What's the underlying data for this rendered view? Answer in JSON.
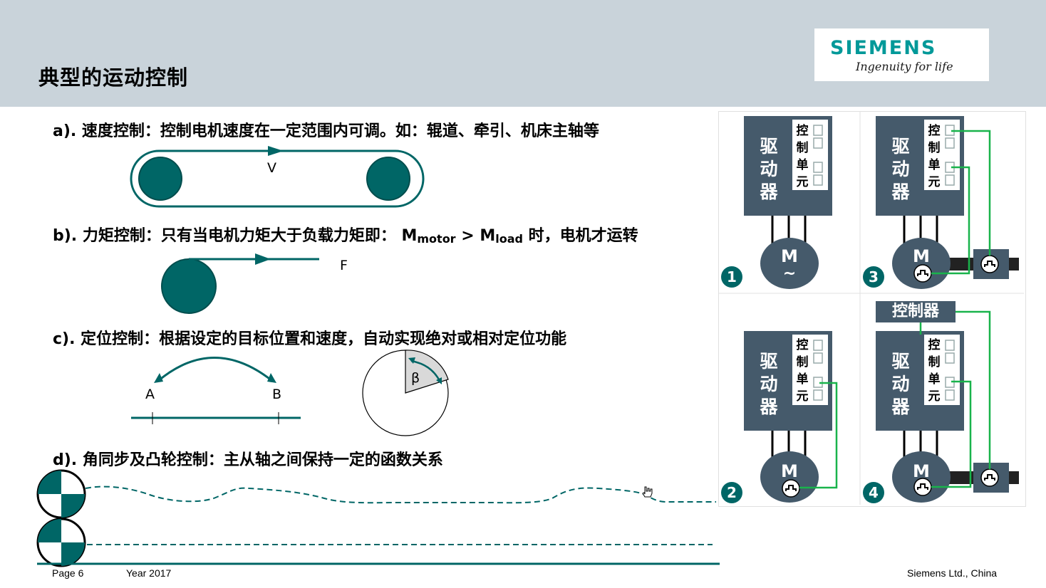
{
  "header": {
    "title": "典型的运动控制",
    "logo": {
      "brand": "SIEMENS",
      "tagline": "Ingenuity for life"
    }
  },
  "sections": {
    "a": {
      "text": "a). 速度控制：控制电机速度在一定范围内可调。如：辊道、牵引、机床主轴等",
      "label_v": "V"
    },
    "b": {
      "prefix": "b). 力矩控制：只有当电机力矩大于负载力矩即：  M",
      "sub1": "motor",
      "mid": " > M",
      "sub2": "load",
      "suffix": " 时，电机才运转",
      "label_f": "F"
    },
    "c": {
      "text": "c). 定位控制：根据设定的目标位置和速度，自动实现绝对或相对定位功能",
      "label_a": "A",
      "label_b": "B",
      "label_beta": "β"
    },
    "d": {
      "text": "d). 角同步及凸轮控制：主从轴之间保持一定的函数关系"
    }
  },
  "panels": {
    "driver_label": [
      "驱",
      "动",
      "器"
    ],
    "control_unit_label": [
      "控",
      "制",
      "单",
      "元"
    ],
    "motor_label": "M",
    "ac_symbol": "~",
    "controller_label": "控制器",
    "numbers": [
      "1",
      "2",
      "3",
      "4"
    ]
  },
  "footer": {
    "page": "Page 6",
    "year": "Year 2017",
    "company": "Siemens Ltd., China"
  },
  "colors": {
    "teal": "#006666",
    "slate": "#455a6b",
    "green": "#19b34b",
    "header_bg": "#c9d3da"
  }
}
